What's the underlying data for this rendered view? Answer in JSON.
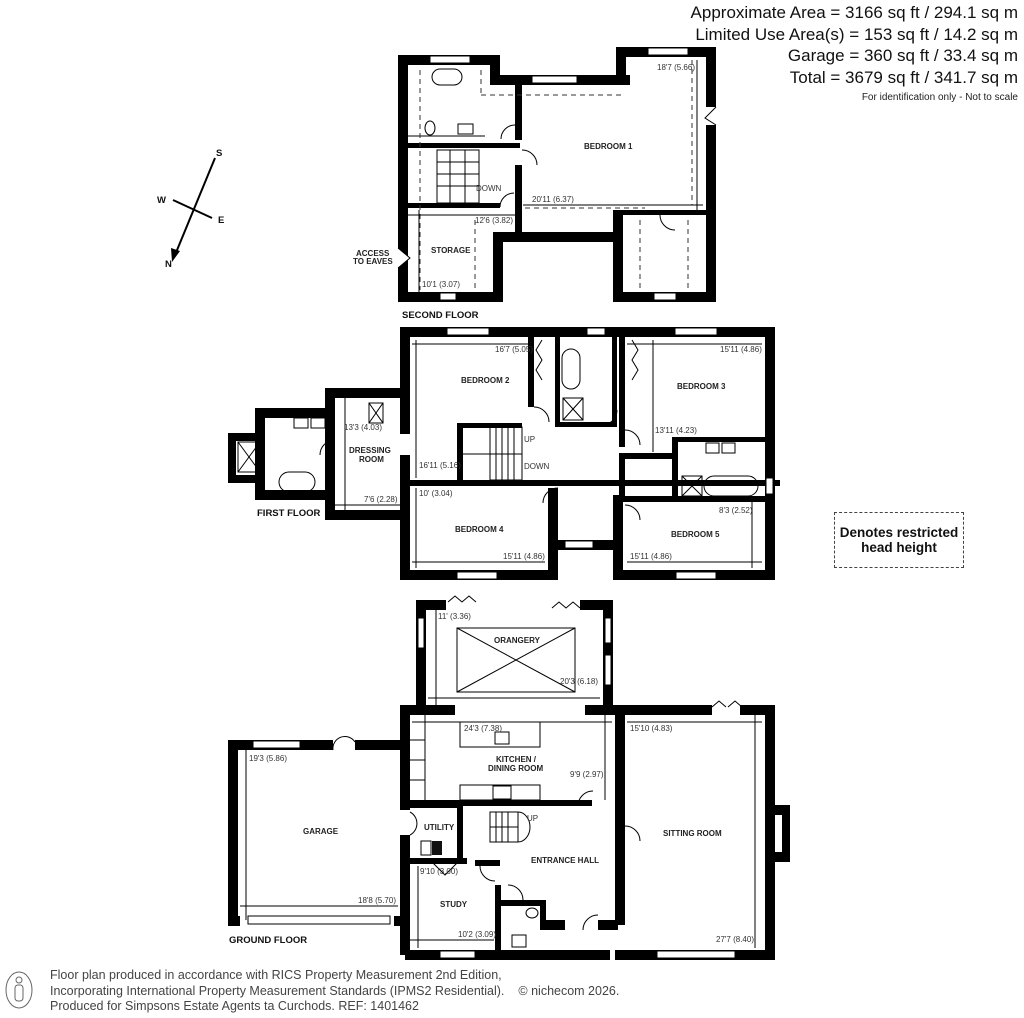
{
  "areas": {
    "approximate": "Approximate Area = 3166 sq ft / 294.1 sq m",
    "limited": "Limited Use Area(s) = 153 sq ft / 14.2 sq m",
    "garage": "Garage = 360 sq ft / 33.4 sq m",
    "total": "Total = 3679 sq ft / 341.7 sq m",
    "note": "For identification only - Not to scale"
  },
  "compass": {
    "s": "S",
    "w": "W",
    "e": "E",
    "n": "N"
  },
  "legend": {
    "line1": "Denotes restricted",
    "line2": "head height"
  },
  "second_floor": {
    "title": "SECOND FLOOR",
    "access": [
      "ACCESS",
      "TO EAVES"
    ],
    "rooms": {
      "bedroom1": "BEDROOM 1",
      "storage": "STORAGE",
      "down": "DOWN"
    },
    "dims": {
      "bed1_w": "18'7 (5.66)",
      "bed1_l": "20'11 (6.37)",
      "storage_w": "12'6 (3.82)",
      "storage_l": "10'1 (3.07)"
    }
  },
  "first_floor": {
    "title": "FIRST FLOOR",
    "rooms": {
      "bedroom2": "BEDROOM 2",
      "bedroom3": "BEDROOM 3",
      "bedroom4": "BEDROOM 4",
      "bedroom5": "BEDROOM 5",
      "dressing1": "DRESSING",
      "dressing2": "ROOM",
      "up": "UP",
      "down": "DOWN"
    },
    "dims": {
      "bed2_w": "16'7 (5.05)",
      "bed2_l": "16'11 (5.16)",
      "dress_l": "13'3 (4.03)",
      "dress_w": "7'6 (2.28)",
      "bed4_l": "10' (3.04)",
      "bed4_w": "15'11 (4.86)",
      "bed3_w": "15'11 (4.86)",
      "bed3_l": "13'11 (4.23)",
      "bed5_l": "8'3 (2.52)",
      "bed5_w": "15'11 (4.86)"
    }
  },
  "ground_floor": {
    "title": "GROUND FLOOR",
    "rooms": {
      "orangery": "ORANGERY",
      "kitchen1": "KITCHEN /",
      "kitchen2": "DINING ROOM",
      "garage": "GARAGE",
      "utility": "UTILITY",
      "study": "STUDY",
      "hall": "ENTRANCE HALL",
      "sitting": "SITTING ROOM",
      "up": "UP"
    },
    "dims": {
      "orangery_l": "11' (3.36)",
      "orangery_w": "20'3 (6.18)",
      "kitchen_w": "24'3 (7.38)",
      "kitchen_l": "9'9 (2.97)",
      "sitting_w": "15'10 (4.83)",
      "sitting_l": "27'7 (8.40)",
      "garage_l": "19'3 (5.86)",
      "garage_w": "18'8 (5.70)",
      "study_l": "9'10 (3.00)",
      "study_w": "10'2 (3.09)"
    }
  },
  "footer": {
    "line1": "Floor plan produced in accordance with RICS Property Measurement 2nd Edition,",
    "line2": "Incorporating International Property Measurement Standards (IPMS2 Residential).",
    "brand": "© nichecom 2026.",
    "line3": "Produced for Simpsons Estate Agents ta Curchods.   REF: 1401462"
  }
}
